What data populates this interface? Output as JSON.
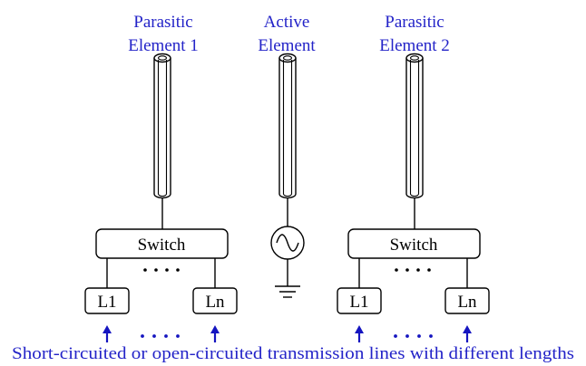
{
  "elements": {
    "parasitic1": {
      "line1": "Parasitic",
      "line2": "Element 1"
    },
    "active": {
      "line1": "Active",
      "line2": "Element"
    },
    "parasitic2": {
      "line1": "Parasitic",
      "line2": "Element 2"
    }
  },
  "switch_label": "Switch",
  "load_first": "L1",
  "load_last": "Ln",
  "caption": "Short-circuited or open-circuited transmission lines with different lengths",
  "colors": {
    "label_blue": "#2323c8",
    "arrow_blue": "#1515c0",
    "line": "#000000"
  },
  "icons": [
    "coaxial-antenna-element",
    "ac-source-icon",
    "ground-icon",
    "up-arrow-icon"
  ]
}
